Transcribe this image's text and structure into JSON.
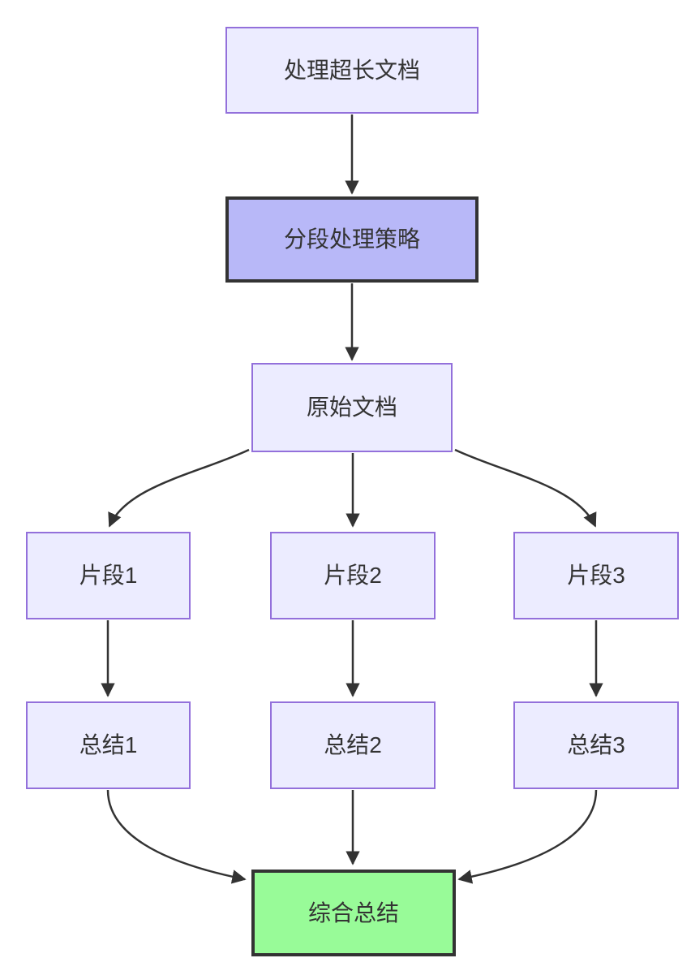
{
  "diagram": {
    "type": "flowchart",
    "direction": "top-down",
    "nodes": {
      "a": {
        "label": "处理超长文档",
        "style": "default"
      },
      "b": {
        "label": "分段处理策略",
        "style": "highlight"
      },
      "c": {
        "label": "原始文档",
        "style": "default"
      },
      "d1": {
        "label": "片段1",
        "style": "default"
      },
      "d2": {
        "label": "片段2",
        "style": "default"
      },
      "d3": {
        "label": "片段3",
        "style": "default"
      },
      "e1": {
        "label": "总结1",
        "style": "default"
      },
      "e2": {
        "label": "总结2",
        "style": "default"
      },
      "e3": {
        "label": "总结3",
        "style": "default"
      },
      "f": {
        "label": "综合总结",
        "style": "success"
      }
    },
    "edges": [
      {
        "from": "处理超长文档",
        "to": "分段处理策略"
      },
      {
        "from": "分段处理策略",
        "to": "原始文档"
      },
      {
        "from": "原始文档",
        "to": "片段1"
      },
      {
        "from": "原始文档",
        "to": "片段2"
      },
      {
        "from": "原始文档",
        "to": "片段3"
      },
      {
        "from": "片段1",
        "to": "总结1"
      },
      {
        "from": "片段2",
        "to": "总结2"
      },
      {
        "from": "片段3",
        "to": "总结3"
      },
      {
        "from": "总结1",
        "to": "综合总结"
      },
      {
        "from": "总结2",
        "to": "综合总结"
      },
      {
        "from": "总结3",
        "to": "综合总结"
      }
    ],
    "colors": {
      "node_fill": "#ECECFF",
      "node_border": "#9370DB",
      "highlight_fill": "#B8B8F8",
      "success_fill": "#98FB98",
      "emphasis_border": "#333333",
      "edge_stroke": "#333333",
      "text": "#333333",
      "background": "#FFFFFF"
    }
  }
}
